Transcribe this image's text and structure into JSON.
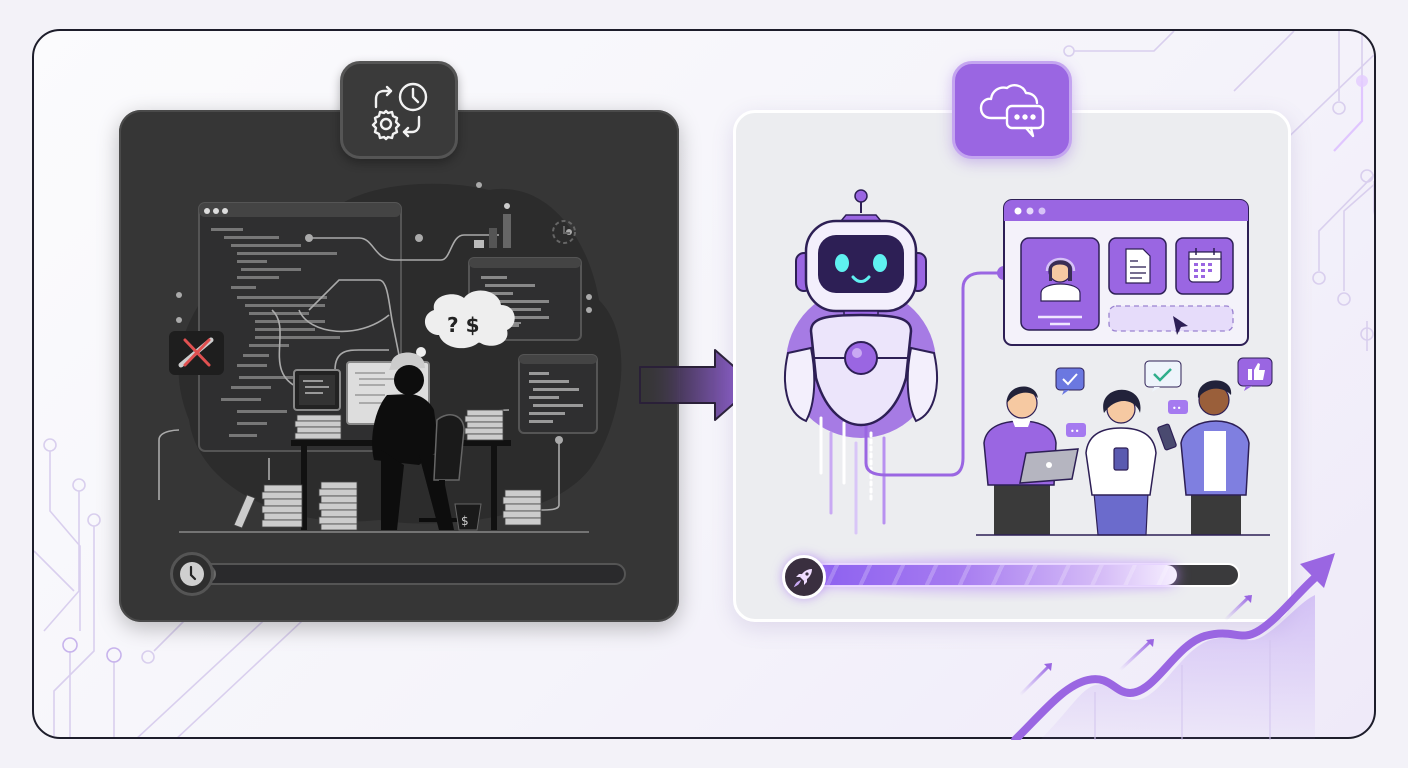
{
  "scene": {
    "description": "Before/after comparison: manual chaotic workflow transformed into AI-powered automated workflow",
    "colors": {
      "background": "#f3f2f8",
      "frame_border": "#1d1d2b",
      "dark_panel": "#363636",
      "light_panel": "#ecedf0",
      "accent_purple": "#9a66e2",
      "accent_light_purple": "#c4a5f0",
      "robot_eye_cyan": "#5ff0f0",
      "check_teal": "#2fae8c"
    }
  },
  "left_panel": {
    "state": "before",
    "badge_icon": "gear-clock-cycle-icon",
    "illustration": {
      "main_figure": "worker-silhouette-hardhat",
      "thought_bubble_icons": [
        "question-mark",
        "dollar-sign"
      ],
      "elements": [
        "code-editor-window",
        "code-window-secondary",
        "code-window-tertiary",
        "broken-link-icon",
        "paper-stacks",
        "desk-with-monitors",
        "money-bin-icon",
        "bar-chart-mini",
        "timer-icon",
        "tangled-connection-lines"
      ]
    },
    "progress_bar": {
      "icon": "clock-icon",
      "percent": 6,
      "style": "striped-gray"
    }
  },
  "transition_arrow": {
    "icon": "right-arrow",
    "color_from": "#363636",
    "color_to": "#9a66e2"
  },
  "right_panel": {
    "state": "after",
    "badge_icon": "cloud-chat-icon",
    "illustration": {
      "main_figure": "friendly-robot-assistant",
      "app_window": {
        "tiles": [
          "support-agent-headset-icon",
          "document-icon",
          "calendar-icon"
        ],
        "dashed_input_with_cursor": true
      },
      "people": [
        {
          "role": "person-with-tablet",
          "shirt": "#9a66e2"
        },
        {
          "role": "person-with-phone-center",
          "shirt": "#ffffff"
        },
        {
          "role": "person-with-phone-right",
          "shirt": "#7f7fe0"
        }
      ],
      "chat_bubbles": [
        "check-bubble-blue",
        "check-bubble-teal",
        "thumbs-up-bubble",
        "typing-bubble",
        "typing-bubble"
      ]
    },
    "progress_bar": {
      "icon": "rocket-icon",
      "percent": 85,
      "style": "glowing-purple-gradient"
    }
  },
  "growth_chart": {
    "icon": "trend-up-arrow",
    "small_arrows": 3
  }
}
